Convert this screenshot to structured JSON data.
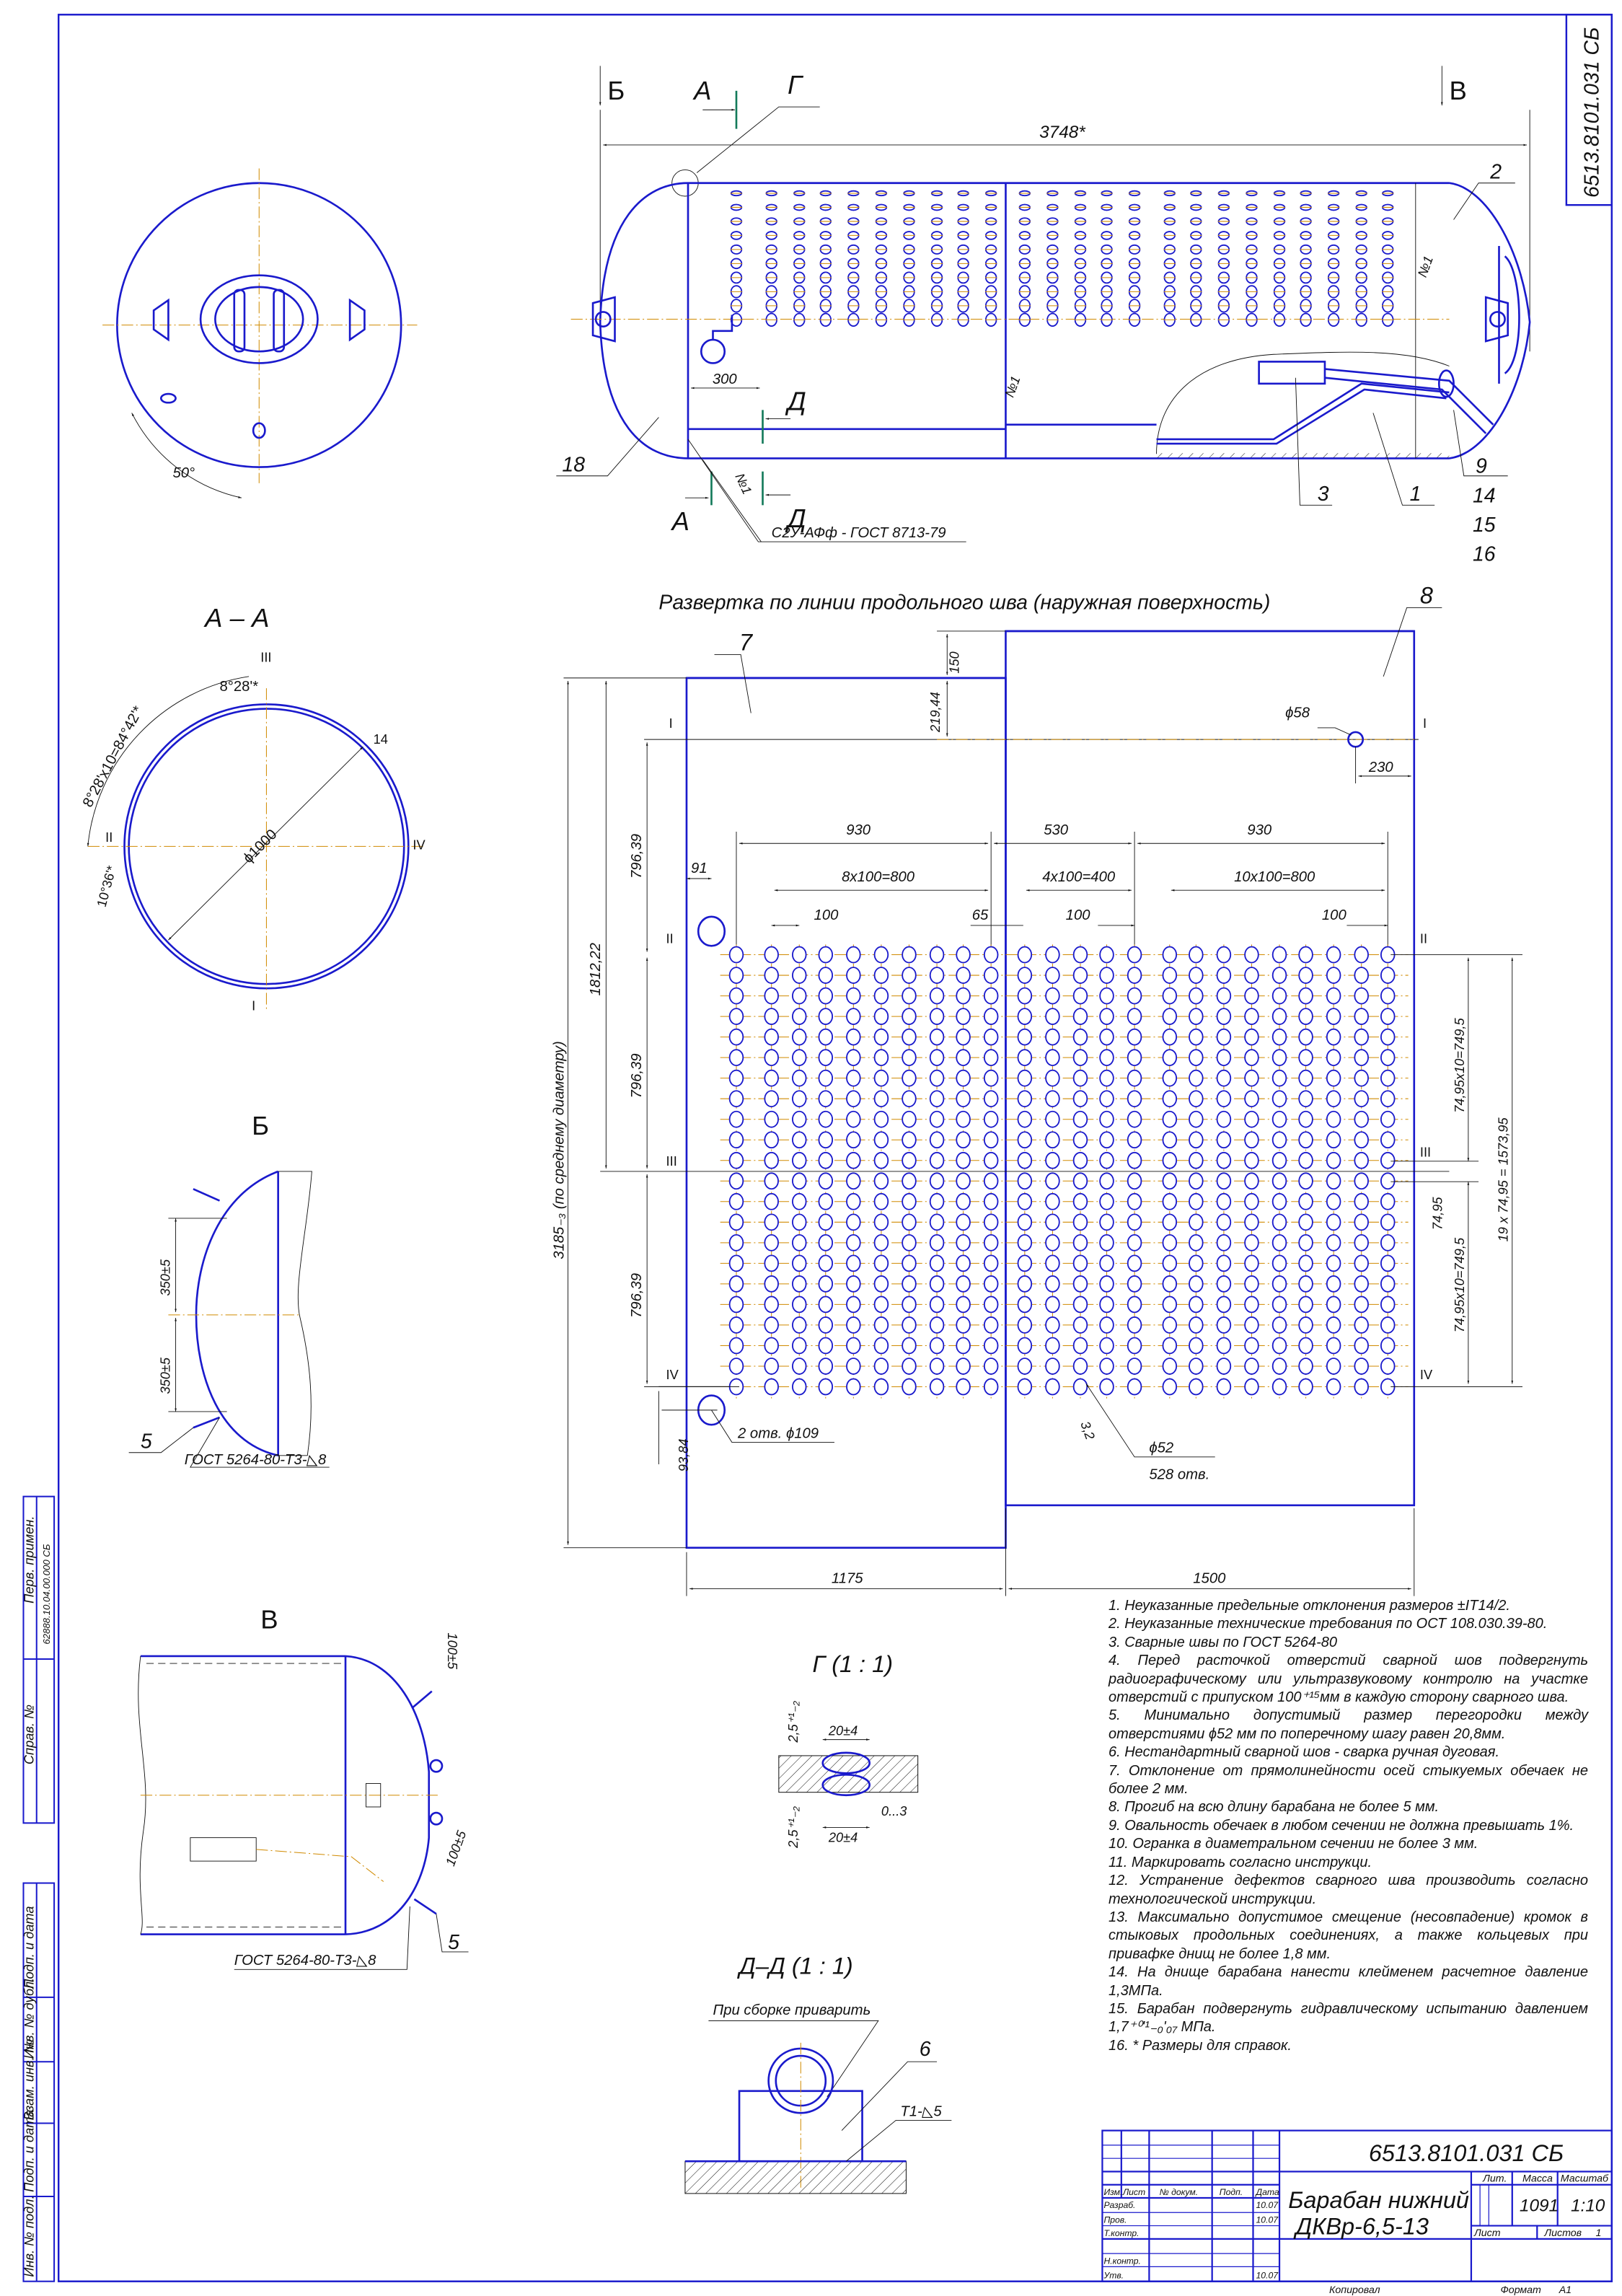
{
  "doc_code": "6513.8101.031 СБ",
  "main_view": {
    "section_b": "Б",
    "section_v": "В",
    "section_a_top": "А",
    "section_a_bottom": "А",
    "detail_g": "Г",
    "section_d_top": "Д",
    "section_d_bottom": "Д",
    "overall_length": "3748*",
    "dim_300": "300",
    "seam_label": "№1",
    "weld_spec": "С2У-АФф - ГОСТ 8713-79",
    "callouts": {
      "c2": "2",
      "c18": "18",
      "c3": "3",
      "c1": "1",
      "c9": "9",
      "c14": "14",
      "c15": "15",
      "c16": "16"
    }
  },
  "end_view": {
    "angle": "50°"
  },
  "section_aa": {
    "title": "А – А",
    "r3": "III",
    "r1": "I",
    "r2": "II",
    "r4": "IV",
    "diameter": "ϕ1000",
    "thickness": "14",
    "angle_step": "8°28'*",
    "angle_total": "8°28'x10=84°42'*",
    "angle_offset": "10°36'*"
  },
  "view_b": {
    "title": "Б",
    "dim_top": "350±5",
    "dim_bottom": "350±5",
    "callout": "5",
    "weld": "ГОСТ 5264-80-Т3-◺8"
  },
  "view_v": {
    "title": "В",
    "dim_top": "100±5",
    "dim_bottom": "100±5",
    "callout": "5",
    "weld": "ГОСТ 5264-80-Т3-◺8"
  },
  "detail_g": {
    "title": "Г (1 : 1)",
    "width_top": "20±4",
    "width_bottom": "20±4",
    "gap": "0...3",
    "height_top": "2,5⁺¹₋₂",
    "height_bottom": "2,5⁺¹₋₂"
  },
  "section_dd": {
    "title": "Д–Д (1 : 1)",
    "note": "При сборке приварить",
    "callout": "6",
    "weld": "Т1-◺5"
  },
  "development": {
    "title": "Развертка по линии продольного шва (наружная поверхность)",
    "c7": "7",
    "c8": "8",
    "d150": "150",
    "d219": "219,44",
    "d58": "ϕ58",
    "d230": "230",
    "d930a": "930",
    "d530": "530",
    "d930b": "930",
    "d8x100": "8x100=800",
    "d4x100": "4x100=400",
    "d10x100": "10x100=800",
    "d100a": "100",
    "d65": "65",
    "d100b": "100",
    "d100c": "100",
    "d91": "91",
    "d1812": "1812,22",
    "d796a": "796,39",
    "d796b": "796,39",
    "d796c": "796,39",
    "d3185": "3185₋₃ (по среднему диаметру)",
    "d9384": "93,84",
    "holes109": "2 отв. ϕ109",
    "d52": "ϕ52",
    "holes_count": "528 отв.",
    "d32": "3,2",
    "d1175": "1175",
    "d1500": "1500",
    "d749a": "74,95x10=749,5",
    "d7495": "74,95",
    "d749b": "74,95x10=749,5",
    "d1573": "19 x 74,95 = 1573,95",
    "r1": "I",
    "r2": "II",
    "r3": "III",
    "r4": "IV"
  },
  "notes": [
    "1. Неуказанные предельные отклонения размеров ±IT14/2.",
    "2. Неуказанные технические требования по ОСТ 108.030.39-80.",
    "3. Сварные швы по ГОСТ 5264-80",
    "4. Перед расточкой отверстий сварной шов подвергнуть радиографическому или ультразвуковому контролю на участке отверстий с припуском 100⁺¹⁵мм в каждую сторону сварного шва.",
    "5. Минимально допустимый размер перегородки между отверстиями ϕ52 мм по поперечному шагу равен 20,8мм.",
    "6. Нестандартный сварной шов - сварка ручная дуговая.",
    "7. Отклонение от прямолинейности осей стыкуемых обечаек не более 2 мм.",
    "8. Прогиб на всю длину барабана не более 5 мм.",
    "9. Овальность обечаек в любом сечении не должна превышать 1%.",
    "10. Огранка в диаметральном сечении не более 3 мм.",
    "11. Маркировать согласно инструкци.",
    "12. Устранение дефектов сварного шва производить согласно технологической инструкции.",
    "13. Максимально допустимое смещение (несовпадение) кромок в стыковых продольных соединениях, а также кольцевых при привафке днищ не более 1,8 мм.",
    "14. На днище барабана нанести клейменем расчетное давление 1,3МПа.",
    "15. Барабан подвергнуть гидравлическому испытанию давлением 1,7⁺⁰'¹₋₀'₀₇ МПа.",
    "16. * Размеры для справок."
  ],
  "title_block": {
    "code": "6513.8101.031 СБ",
    "name_line1": "Барабан нижний",
    "name_line2": "ДКВр-6,5-13",
    "h_izm": "Изм.",
    "h_list": "Лист",
    "h_doc": "№ докум.",
    "h_podp": "Подп.",
    "h_date": "Дата",
    "razrab": "Разраб.",
    "prov": "Пров.",
    "tkontr": "Т.контр.",
    "nkontr": "Н.контр.",
    "utv": "Утв.",
    "date1": "10.07",
    "date2": "10.07",
    "date3": "10.07",
    "h_lit": "Лит.",
    "h_mass": "Масса",
    "h_scale": "Масштаб",
    "mass": "1091",
    "scale": "1:10",
    "sheet": "Лист",
    "sheets": "Листов",
    "sheets_count": "1",
    "copied": "Копировал",
    "format_label": "Формат",
    "format": "A1"
  },
  "left_stamp": {
    "perv_primen": "Перв. примен.",
    "perv_value": "62888.10.04.00.000 СБ",
    "sprav": "Справ. №",
    "podp_data1": "Подп. и дата",
    "inv_dubl": "Инв. № дубл.",
    "vzam_inv": "Взам. инв. №",
    "podp_data2": "Подп. и дата",
    "inv_podl": "Инв. № подл."
  }
}
